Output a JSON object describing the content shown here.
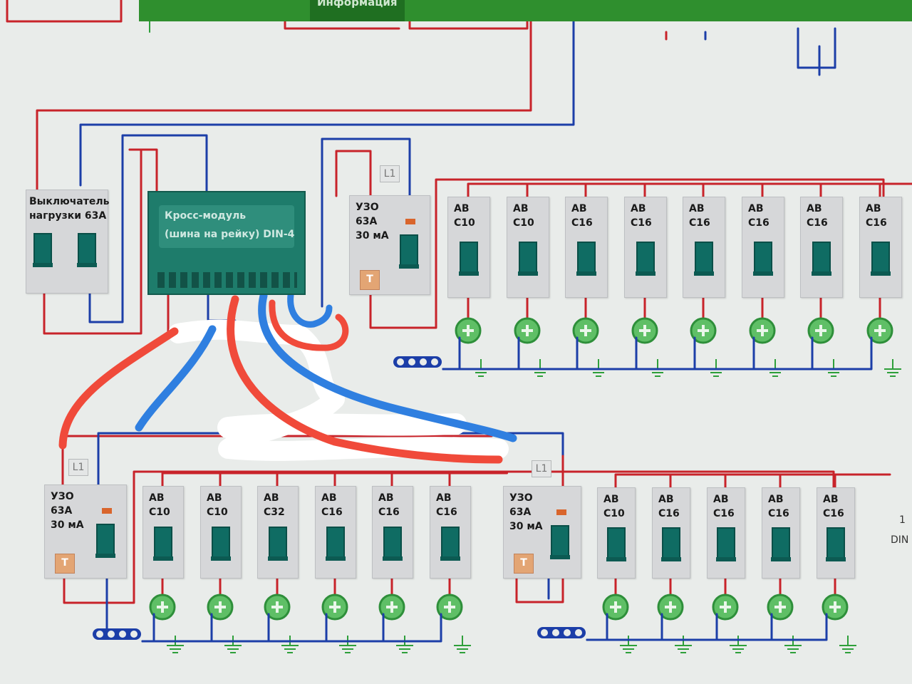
{
  "header": {
    "tabs": [
      {
        "label": "Информация",
        "active": true
      }
    ]
  },
  "main_switch": {
    "label": "Выключатель\nнагрузки 63А"
  },
  "cross_module": {
    "label": "Кросс-модуль\n(шина на рейку) DIN-4"
  },
  "panels": [
    {
      "rcd": {
        "tag": "L1",
        "label": "УЗО\n63А\n30 мА"
      },
      "breakers": [
        "АВ\nС10",
        "АВ\nС10",
        "АВ\nС16",
        "АВ\nС16",
        "АВ\nС16",
        "АВ\nС16",
        "АВ\nС16",
        "АВ\nС16"
      ]
    },
    {
      "rcd": {
        "tag": "L1",
        "label": "УЗО\n63А\n30 мА"
      },
      "breakers": [
        "АВ\nС10",
        "АВ\nС10",
        "АВ\nС32",
        "АВ\nС16",
        "АВ\nС16",
        "АВ\nС16"
      ]
    },
    {
      "rcd": {
        "tag": "L1",
        "label": "УЗО\n63А\n30 мА"
      },
      "breakers": [
        "АВ\nС10",
        "АВ\nС16",
        "АВ\nС16",
        "АВ\nС16",
        "АВ\nС16"
      ]
    }
  ],
  "side_text": {
    "line1": "1",
    "line2": "DIN"
  },
  "colors": {
    "phase": "#c8232a",
    "neutral": "#1c3ea8",
    "ground": "#2e9f3a",
    "rail": "#d6d7d9",
    "module": "#1e7c6b",
    "paint_red": "#f04a3a",
    "paint_blue": "#2f7fe0",
    "paint_white": "#ffffff"
  },
  "icons": [
    "ground-terminal-icon",
    "earth-symbol-icon",
    "neutral-bus-icon"
  ]
}
